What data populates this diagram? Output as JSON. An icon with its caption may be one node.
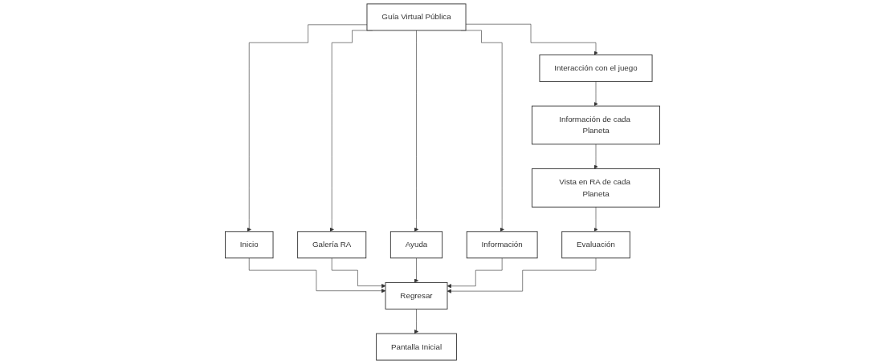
{
  "diagram": {
    "nodes": [
      {
        "text": [
          "Guía Virtual Pública"
        ]
      },
      {
        "text": [
          "Inicio"
        ]
      },
      {
        "text": [
          "Galería RA"
        ]
      },
      {
        "text": [
          "Ayuda"
        ]
      },
      {
        "text": [
          "Información"
        ]
      },
      {
        "text": [
          "Interacción con el juego"
        ]
      },
      {
        "text": [
          "Regresar"
        ]
      },
      {
        "text": [
          "Pantalla Inicial"
        ]
      },
      {
        "text": [
          "Evaluación"
        ]
      },
      {
        "text": [
          "Vista en RA de cada Planeta"
        ]
      },
      {
        "text": [
          "Información de cada Planeta"
        ]
      }
    ],
    "edges": [
      {
        "from": 0,
        "to": 1,
        "arrow": "to"
      },
      {
        "from": 0,
        "to": 2,
        "arrow": "to"
      },
      {
        "from": 0,
        "to": 3,
        "arrow": "to"
      },
      {
        "from": 0,
        "to": 4,
        "arrow": "to"
      },
      {
        "from": 0,
        "to": 5,
        "arrow": "to"
      },
      {
        "from": 1,
        "to": 6,
        "arrow": "to"
      },
      {
        "from": 2,
        "to": 6,
        "arrow": "to"
      },
      {
        "from": 3,
        "to": 6,
        "arrow": "to"
      },
      {
        "from": 4,
        "to": 6,
        "arrow": "to"
      },
      {
        "from": 6,
        "to": 7,
        "arrow": "to"
      },
      {
        "from": 5,
        "to": 10,
        "arrow": "to"
      },
      {
        "from": 10,
        "to": 9,
        "arrow": "to"
      },
      {
        "from": 9,
        "to": 8,
        "arrow": "to"
      },
      {
        "from": 8,
        "to": 6,
        "arrow": "to"
      }
    ]
  }
}
